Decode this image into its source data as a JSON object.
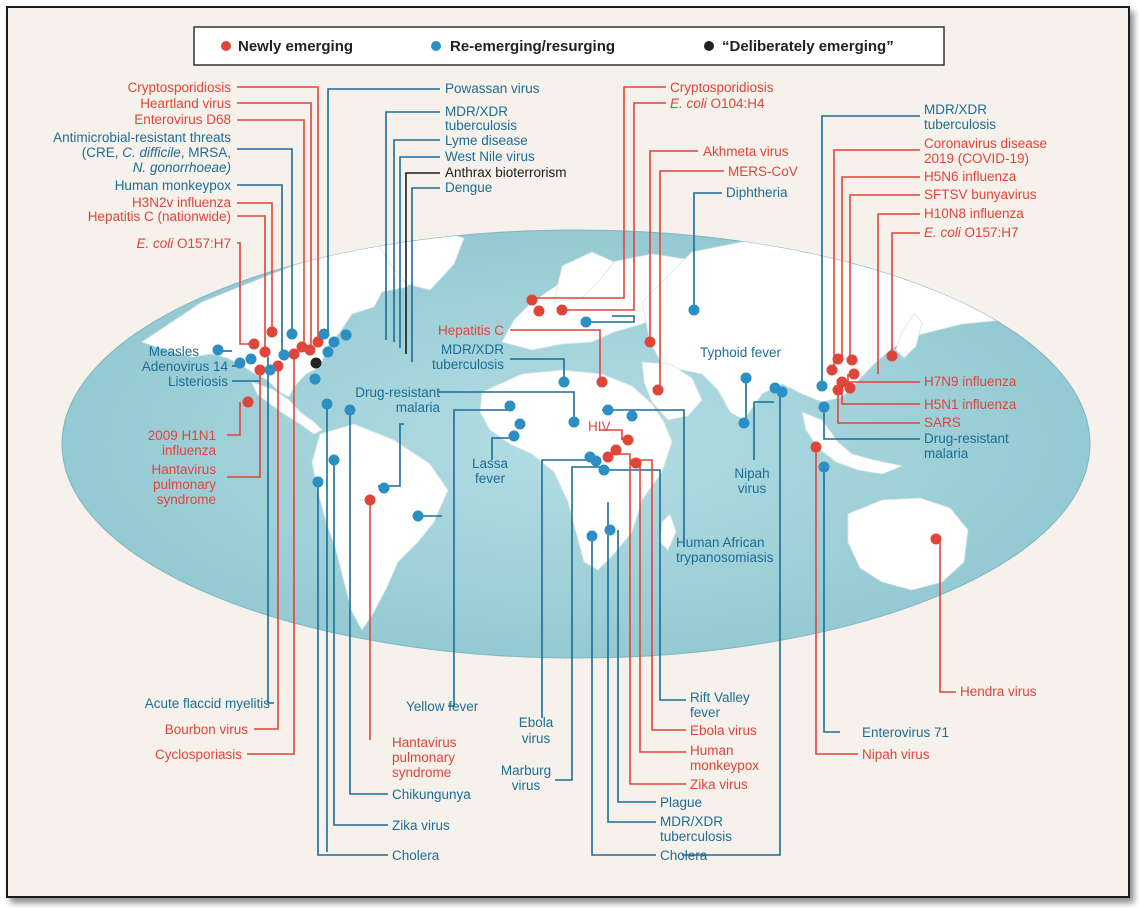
{
  "legend": {
    "newly": "Newly emerging",
    "reemerging": "Re-emerging/resurging",
    "deliberate": "“Deliberately emerging”"
  },
  "labels": {
    "crypto_na": "Cryptosporidiosis",
    "heartland": "Heartland virus",
    "ev_d68": "Enterovirus D68",
    "amr_1": "Antimicrobial-resistant threats",
    "amr_2a": "(CRE, ",
    "amr_2b": "C. difficile",
    "amr_2c": ", MRSA,",
    "amr_3": "N. gonorrhoeae)",
    "monkeypox_na": "Human monkeypox",
    "h3n2v": "H3N2v influenza",
    "hepc_na": "Hepatitis C (nationwide)",
    "ecoli_na_a": "E. coli",
    "ecoli_na_b": " O157:H7",
    "powassan": "Powassan virus",
    "mdrtb_na_1": "MDR/XDR",
    "mdrtb_na_2": "tuberculosis",
    "lyme": "Lyme disease",
    "westnile": "West Nile virus",
    "anthrax": "Anthrax bioterrorism",
    "dengue": "Dengue",
    "measles": "Measles",
    "adeno14": "Adenovirus 14",
    "listeriosis": "Listeriosis",
    "h1n1_1": "2009 H1N1",
    "h1n1_2": "influenza",
    "hps_na_1": "Hantavirus",
    "hps_na_2": "pulmonary",
    "hps_na_3": "syndrome",
    "afm": "Acute flaccid myelitis",
    "bourbon": "Bourbon virus",
    "cyclospora": "Cyclosporiasis",
    "hps_sa_1": "Hantavirus",
    "hps_sa_2": "pulmonary",
    "hps_sa_3": "syndrome",
    "chikungunya": "Chikungunya",
    "zika_sa": "Zika virus",
    "cholera_sa": "Cholera",
    "drug_malaria_1": "Drug-resistant",
    "drug_malaria_2": "malaria",
    "yellowfever": "Yellow fever",
    "lassa_1": "Lassa",
    "lassa_2": "fever",
    "ebola_1": "Ebola",
    "ebola_2": "virus",
    "marburg_1": "Marburg",
    "marburg_2": "virus",
    "crypto_eu": "Cryptosporidiosis",
    "ecoli_eu_a": "E. coli",
    "ecoli_eu_b": " O104:H4",
    "akhmeta": "Akhmeta virus",
    "mers": "MERS-CoV",
    "diphtheria": "Diphtheria",
    "hepc_eu": "Hepatitis C",
    "mdrtb_eu_1": "MDR/XDR",
    "mdrtb_eu_2": "tuberculosis",
    "hiv": "HIV",
    "hat_1": "Human African",
    "hat_2": "trypanosomiasis",
    "rvf_1": "Rift Valley",
    "rvf_2": "fever",
    "ebola_af": "Ebola virus",
    "monkeypox_af_1": "Human",
    "monkeypox_af_2": "monkeypox",
    "zika_af": "Zika virus",
    "plague": "Plague",
    "mdrtb_af_1": "MDR/XDR",
    "mdrtb_af_2": "tuberculosis",
    "cholera_af": "Cholera",
    "typhoid": "Typhoid fever",
    "nipah_as_1": "Nipah",
    "nipah_as_2": "virus",
    "mdrtb_as_1": "MDR/XDR",
    "mdrtb_as_2": "tuberculosis",
    "covid_1": "Coronavirus disease",
    "covid_2": "2019 (COVID-19)",
    "h5n6": "H5N6 influenza",
    "sftsv": "SFTSV bunyavirus",
    "h10n8": "H10N8 influenza",
    "ecoli_as_a": "E. coli",
    "ecoli_as_b": " O157:H7",
    "h7n9": "H7N9 influenza",
    "h5n1": "H5N1 influenza",
    "sars": "SARS",
    "drug_malaria_as_1": "Drug-resistant",
    "drug_malaria_as_2": "malaria",
    "hendra": "Hendra virus",
    "ev71": "Enterovirus 71",
    "nipah_sea": "Nipah virus"
  },
  "colors": {
    "newly": "#e0453a",
    "reemerging": "#2b8fc4",
    "deliberate": "#222222",
    "ocean": "#9fd0d8",
    "land": "#ffffff"
  }
}
